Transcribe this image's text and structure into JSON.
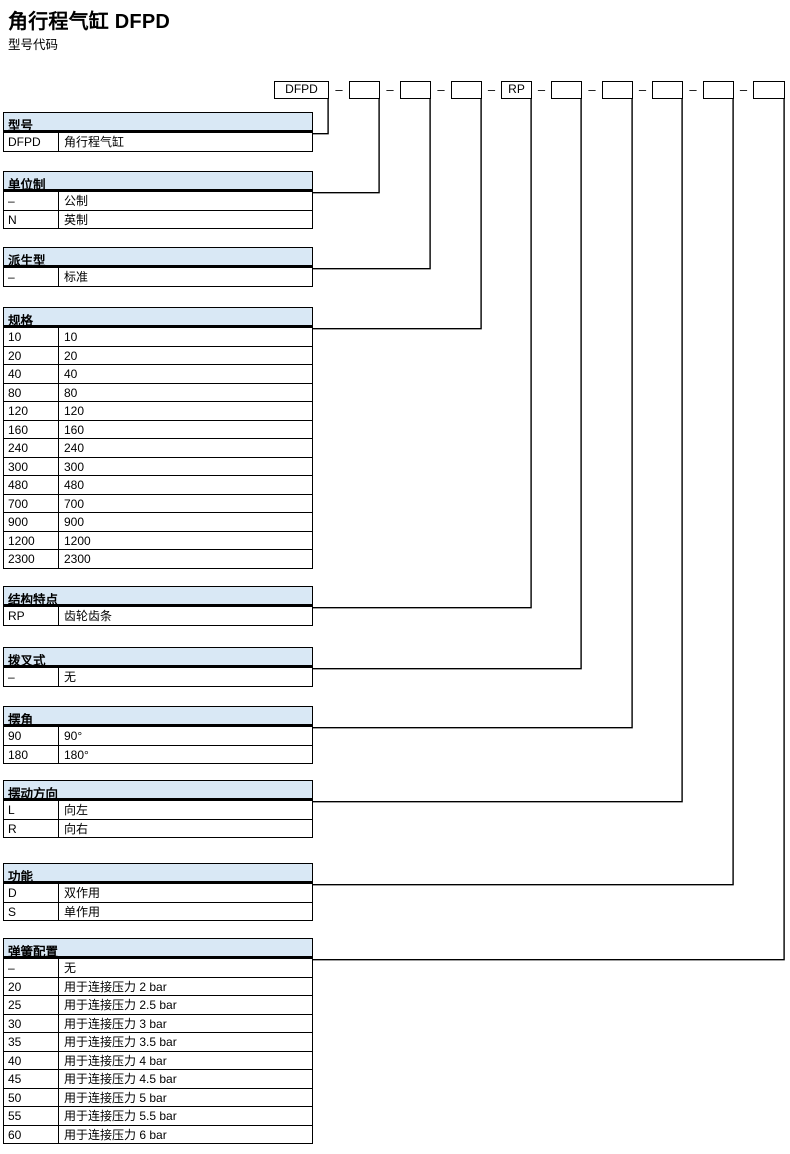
{
  "page": {
    "title": "角行程气缸 DFPD",
    "subtitle": "型号代码"
  },
  "colors": {
    "header_bg": "#d9e8f5",
    "line": "#000000"
  },
  "code_row": {
    "separator": "–",
    "boxes": [
      "DFPD",
      "",
      "",
      "",
      "RP",
      "",
      "",
      "",
      "",
      ""
    ]
  },
  "sections": [
    {
      "title": "型号",
      "rows": [
        {
          "code": "DFPD",
          "desc": "角行程气缸"
        }
      ]
    },
    {
      "title": "单位制",
      "rows": [
        {
          "code": "–",
          "desc": "公制"
        },
        {
          "code": "N",
          "desc": "英制"
        }
      ]
    },
    {
      "title": "派生型",
      "rows": [
        {
          "code": "–",
          "desc": "标准"
        }
      ]
    },
    {
      "title": "规格",
      "rows": [
        {
          "code": "10",
          "desc": "10"
        },
        {
          "code": "20",
          "desc": "20"
        },
        {
          "code": "40",
          "desc": "40"
        },
        {
          "code": "80",
          "desc": "80"
        },
        {
          "code": "120",
          "desc": "120"
        },
        {
          "code": "160",
          "desc": "160"
        },
        {
          "code": "240",
          "desc": "240"
        },
        {
          "code": "300",
          "desc": "300"
        },
        {
          "code": "480",
          "desc": "480"
        },
        {
          "code": "700",
          "desc": "700"
        },
        {
          "code": "900",
          "desc": "900"
        },
        {
          "code": "1200",
          "desc": "1200"
        },
        {
          "code": "2300",
          "desc": "2300"
        }
      ]
    },
    {
      "title": "结构特点",
      "rows": [
        {
          "code": "RP",
          "desc": "齿轮齿条"
        }
      ]
    },
    {
      "title": "拨叉式",
      "rows": [
        {
          "code": "–",
          "desc": "无"
        }
      ]
    },
    {
      "title": "摆角",
      "rows": [
        {
          "code": "90",
          "desc": "90°"
        },
        {
          "code": "180",
          "desc": "180°"
        }
      ]
    },
    {
      "title": "摆动方向",
      "rows": [
        {
          "code": "L",
          "desc": "向左"
        },
        {
          "code": "R",
          "desc": "向右"
        }
      ]
    },
    {
      "title": "功能",
      "rows": [
        {
          "code": "D",
          "desc": "双作用"
        },
        {
          "code": "S",
          "desc": "单作用"
        }
      ]
    },
    {
      "title": "弹簧配置",
      "rows": [
        {
          "code": "–",
          "desc": "无"
        },
        {
          "code": "20",
          "desc": "用于连接压力 2 bar"
        },
        {
          "code": "25",
          "desc": "用于连接压力 2.5 bar"
        },
        {
          "code": "30",
          "desc": "用于连接压力 3 bar"
        },
        {
          "code": "35",
          "desc": "用于连接压力 3.5 bar"
        },
        {
          "code": "40",
          "desc": "用于连接压力 4 bar"
        },
        {
          "code": "45",
          "desc": "用于连接压力 4.5 bar"
        },
        {
          "code": "50",
          "desc": "用于连接压力 5 bar"
        },
        {
          "code": "55",
          "desc": "用于连接压力 5.5 bar"
        },
        {
          "code": "60",
          "desc": "用于连接压力 6 bar"
        }
      ]
    }
  ]
}
